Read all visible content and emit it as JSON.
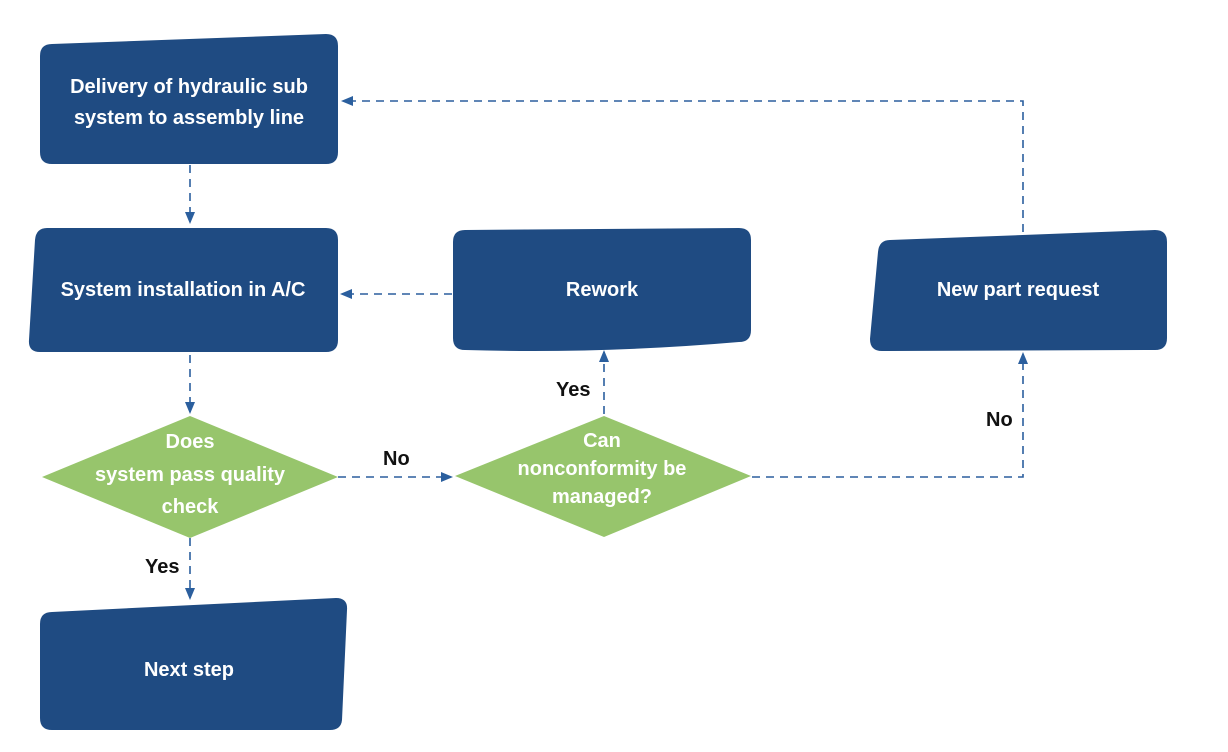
{
  "colors": {
    "process": "#1f4b82",
    "decision": "#97c56c",
    "connector": "#2b5f9e",
    "node_text": "#ffffff",
    "label_text": "#111111"
  },
  "nodes": {
    "delivery": {
      "line1": "Delivery of hydraulic sub",
      "line2": "system to assembly line"
    },
    "installation": {
      "label": "System installation in A/C"
    },
    "rework": {
      "label": "Rework"
    },
    "new_part": {
      "label": "New part request"
    },
    "quality_check": {
      "line1": "Does",
      "line2": "system pass quality",
      "line3": "check"
    },
    "nonconformity": {
      "line1": "Can",
      "line2": "nonconformity be",
      "line3": "managed?"
    },
    "next_step": {
      "label": "Next step"
    }
  },
  "edge_labels": {
    "quality_no": "No",
    "quality_yes": "Yes",
    "nonconformity_yes": "Yes",
    "nonconformity_no": "No"
  }
}
